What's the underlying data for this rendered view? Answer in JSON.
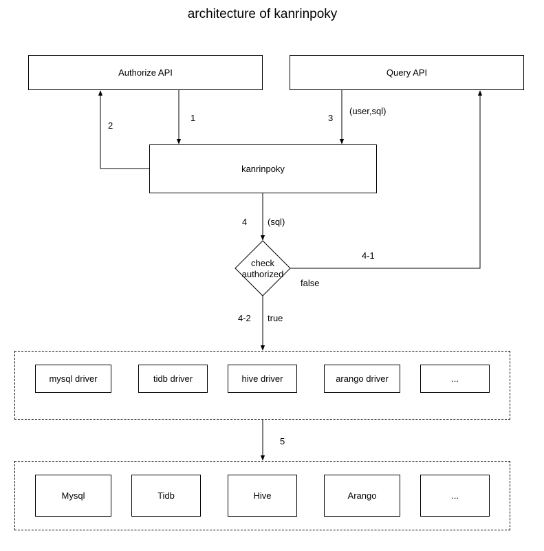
{
  "title": "architecture of kanrinpoky",
  "nodes": {
    "authorize_api": "Authorize API",
    "query_api": "Query API",
    "kanrinpoky": "kanrinpoky",
    "check": {
      "line1": "check",
      "line2": "authorized"
    }
  },
  "drivers": [
    "mysql driver",
    "tidb driver",
    "hive driver",
    "arango driver",
    "..."
  ],
  "databases": [
    "Mysql",
    "Tidb",
    "Hive",
    "Arango",
    "..."
  ],
  "edge_labels": {
    "e1": "1",
    "e2": "2",
    "e3": "3",
    "e3_param": "(user,sql)",
    "e4": "4",
    "e4_param": "(sql)",
    "e4_1": "4-1",
    "false": "false",
    "e4_2": "4-2",
    "true": "true",
    "e5": "5"
  }
}
